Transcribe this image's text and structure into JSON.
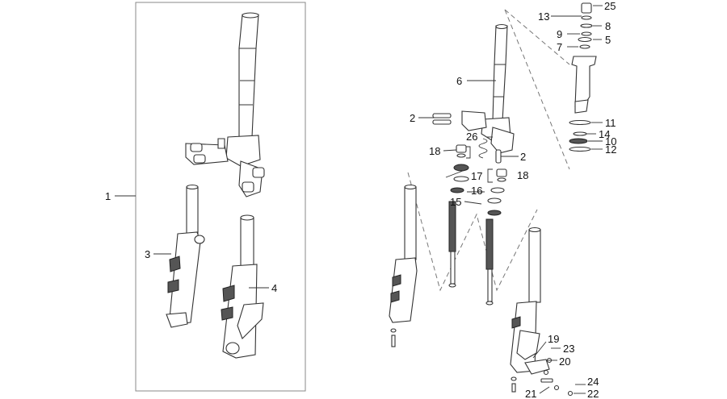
{
  "callouts": [
    {
      "id": "c1",
      "label": "1"
    },
    {
      "id": "c2a",
      "label": "2"
    },
    {
      "id": "c2b",
      "label": "2"
    },
    {
      "id": "c3",
      "label": "3"
    },
    {
      "id": "c4",
      "label": "4"
    },
    {
      "id": "c5",
      "label": "5"
    },
    {
      "id": "c6",
      "label": "6"
    },
    {
      "id": "c7",
      "label": "7"
    },
    {
      "id": "c8",
      "label": "8"
    },
    {
      "id": "c9",
      "label": "9"
    },
    {
      "id": "c10",
      "label": "10"
    },
    {
      "id": "c11",
      "label": "11"
    },
    {
      "id": "c12",
      "label": "12"
    },
    {
      "id": "c13",
      "label": "13"
    },
    {
      "id": "c14",
      "label": "14"
    },
    {
      "id": "c15",
      "label": "15"
    },
    {
      "id": "c16",
      "label": "16"
    },
    {
      "id": "c17",
      "label": "17"
    },
    {
      "id": "c18a",
      "label": "18"
    },
    {
      "id": "c18b",
      "label": "18"
    },
    {
      "id": "c19",
      "label": "19"
    },
    {
      "id": "c20",
      "label": "20"
    },
    {
      "id": "c21",
      "label": "21"
    },
    {
      "id": "c22",
      "label": "22"
    },
    {
      "id": "c23",
      "label": "23"
    },
    {
      "id": "c24",
      "label": "24"
    },
    {
      "id": "c25",
      "label": "25"
    },
    {
      "id": "c26",
      "label": "26"
    }
  ]
}
